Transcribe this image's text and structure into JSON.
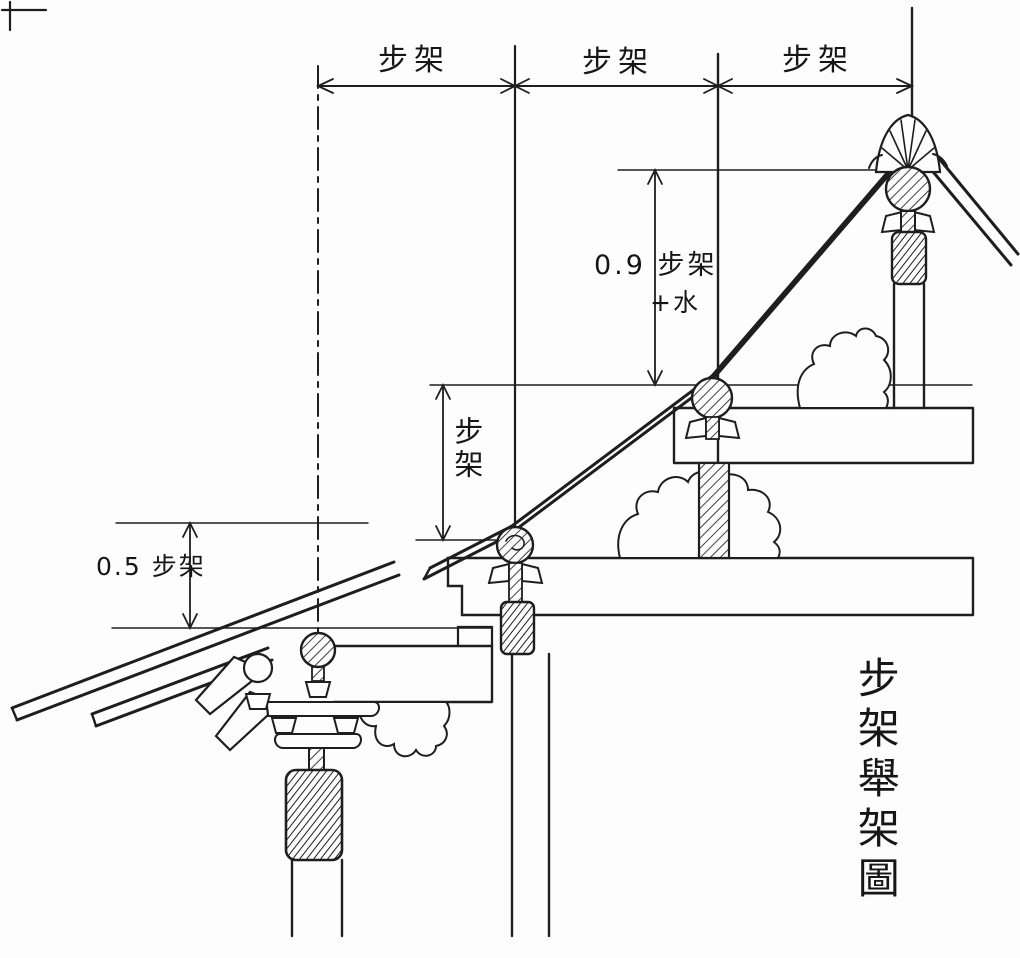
{
  "page": {
    "type": "hand-drawn architectural section diagram",
    "ink": "#1e1e1e",
    "paper": "#fdfdfd"
  },
  "dimensions": {
    "top_spans": [
      "步架",
      "步架",
      "步架"
    ],
    "ridge_rise": {
      "line1": "0.9 步架",
      "line2": "+水"
    },
    "middle_rise": "步架",
    "eave_rise": "0.5 步架"
  },
  "caption": "步架舉架圖"
}
